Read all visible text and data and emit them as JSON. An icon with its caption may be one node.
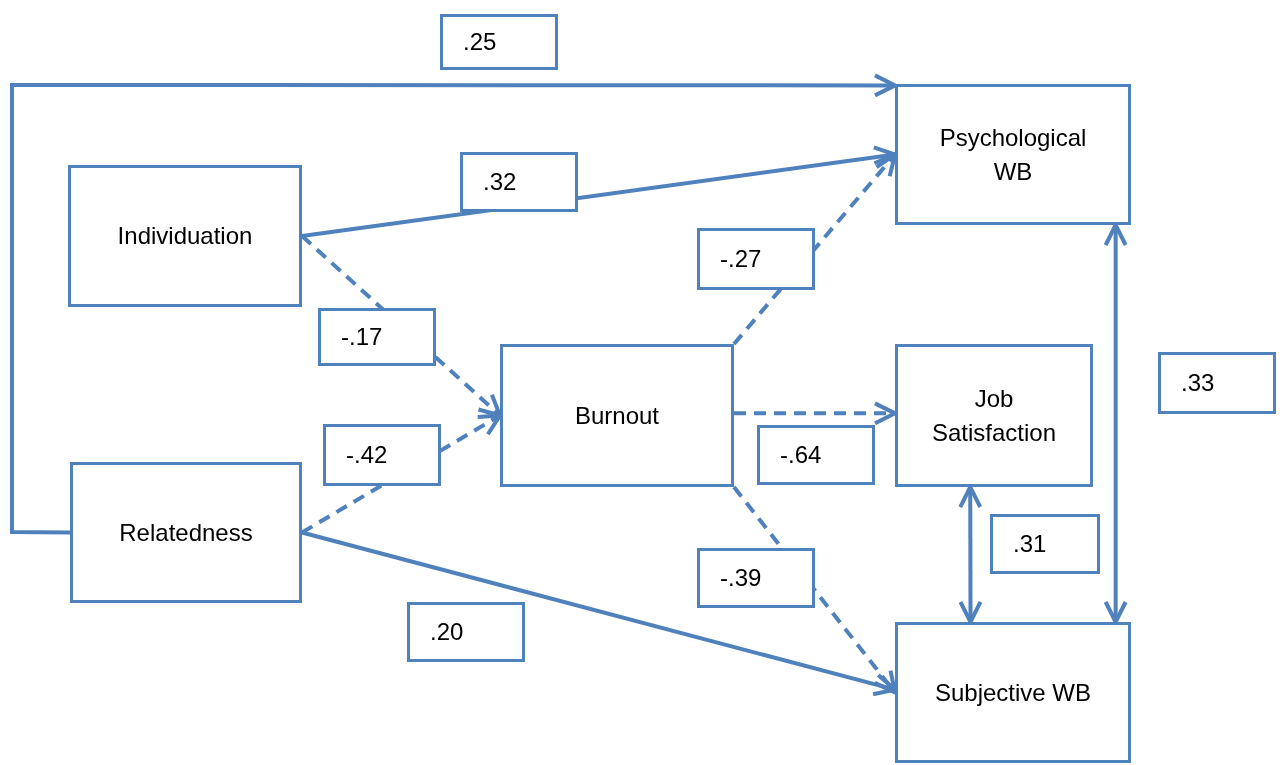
{
  "diagram": {
    "nodes": [
      {
        "text": [
          "Individuation"
        ]
      },
      {
        "text": [
          "Relatedness"
        ]
      },
      {
        "text": [
          "Burnout"
        ]
      },
      {
        "text": [
          "Psychological WB"
        ]
      },
      {
        "text": [
          "Job Satisfaction"
        ]
      },
      {
        "text": [
          "Subjective WB"
        ]
      }
    ],
    "edges": [
      {
        "from": 1,
        "to": 3,
        "arrow": "to",
        "label": ".25"
      },
      {
        "from": 0,
        "to": 3,
        "arrow": "to",
        "label": ".32"
      },
      {
        "from": 0,
        "to": 2,
        "arrow": "to",
        "label": "-.17",
        "style": "dashed"
      },
      {
        "from": 1,
        "to": 2,
        "arrow": "to",
        "label": "-.42",
        "style": "dashed"
      },
      {
        "from": 2,
        "to": 3,
        "arrow": "to",
        "label": "-.27",
        "style": "dashed"
      },
      {
        "from": 2,
        "to": 4,
        "arrow": "to",
        "label": "-.64",
        "style": "dashed"
      },
      {
        "from": 2,
        "to": 5,
        "arrow": "to",
        "label": "-.39",
        "style": "dashed"
      },
      {
        "from": 1,
        "to": 5,
        "arrow": "to",
        "label": ".20"
      },
      {
        "from": 4,
        "to": 5,
        "arrow": "both",
        "label": ".31"
      },
      {
        "from": 3,
        "to": 5,
        "arrow": "both",
        "label": ".33"
      }
    ]
  }
}
